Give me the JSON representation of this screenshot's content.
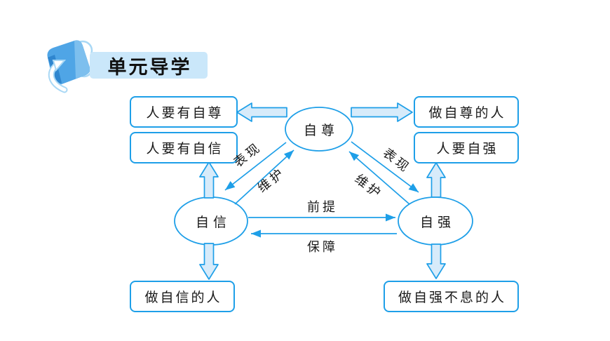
{
  "colors": {
    "accent": "#1e9fe8",
    "block_arrow_fill": "#d7ebfa",
    "banner_bg": "#cae7fa",
    "text": "#1a1a1a"
  },
  "header": {
    "title": "单元导学",
    "icon": "bookmark-arrow-icon"
  },
  "diagram": {
    "nodes": {
      "zizun": {
        "label": "自尊"
      },
      "zixin": {
        "label": "自信"
      },
      "ziqiang": {
        "label": "自强"
      }
    },
    "boxes": {
      "need_zizun": {
        "label": "人要有自尊"
      },
      "need_zixin": {
        "label": "人要有自信"
      },
      "be_zizun": {
        "label": "做自尊的人"
      },
      "need_ziqiang": {
        "label": "人要自强"
      },
      "be_zixin": {
        "label": "做自信的人"
      },
      "be_ziqiang": {
        "label": "做自强不息的人"
      }
    },
    "edge_labels": {
      "biaoxian_left": {
        "label": "表现",
        "from": "自尊",
        "to": "自信"
      },
      "weihu_left": {
        "label": "维护",
        "from": "自信",
        "to": "自尊"
      },
      "biaoxian_right": {
        "label": "表现",
        "from": "自尊",
        "to": "自强"
      },
      "weihu_right": {
        "label": "维护",
        "from": "自强",
        "to": "自尊"
      },
      "qianti": {
        "label": "前提",
        "from": "自信",
        "to": "自强"
      },
      "baozhang": {
        "label": "保障",
        "from": "自强",
        "to": "自信"
      }
    }
  }
}
